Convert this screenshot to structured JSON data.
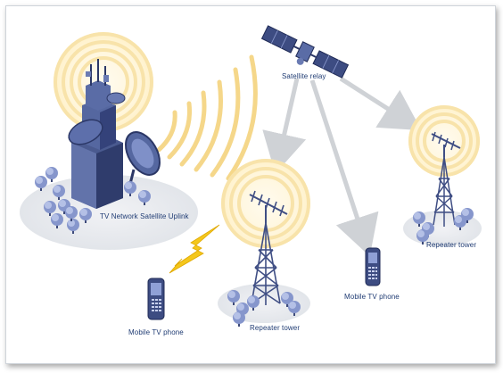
{
  "labels": {
    "satellite": "Satellite relay",
    "uplink": "TV Network Satellite Uplink",
    "phone_left": "Mobile TV phone",
    "phone_center": "Mobile TV phone",
    "tower_center": "Repeater tower",
    "tower_right": "Repeater tower"
  },
  "colors": {
    "signal_ring": "#f7e3a8",
    "signal_glow": "#fff7e0",
    "wave": "#f5d98c",
    "arrow": "#cfd2d6",
    "tower": "#4a5b8e",
    "tower_dark": "#2b3766",
    "tree": "#7f8fc4",
    "tree_light": "#a9b6e0",
    "ground": "#e9ebef",
    "label": "#1f3b73",
    "lightning": "#f2c200"
  },
  "icons": [
    "satellite-icon",
    "uplink-station-icon",
    "repeater-tower-icon",
    "mobile-phone-icon",
    "lightning-icon",
    "tree-icon",
    "arrow-icon"
  ]
}
